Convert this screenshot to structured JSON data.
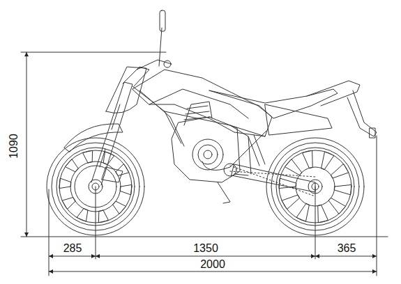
{
  "diagram": {
    "labels": [
      "1090",
      "285",
      "1350",
      "365",
      "2000"
    ]
  }
}
